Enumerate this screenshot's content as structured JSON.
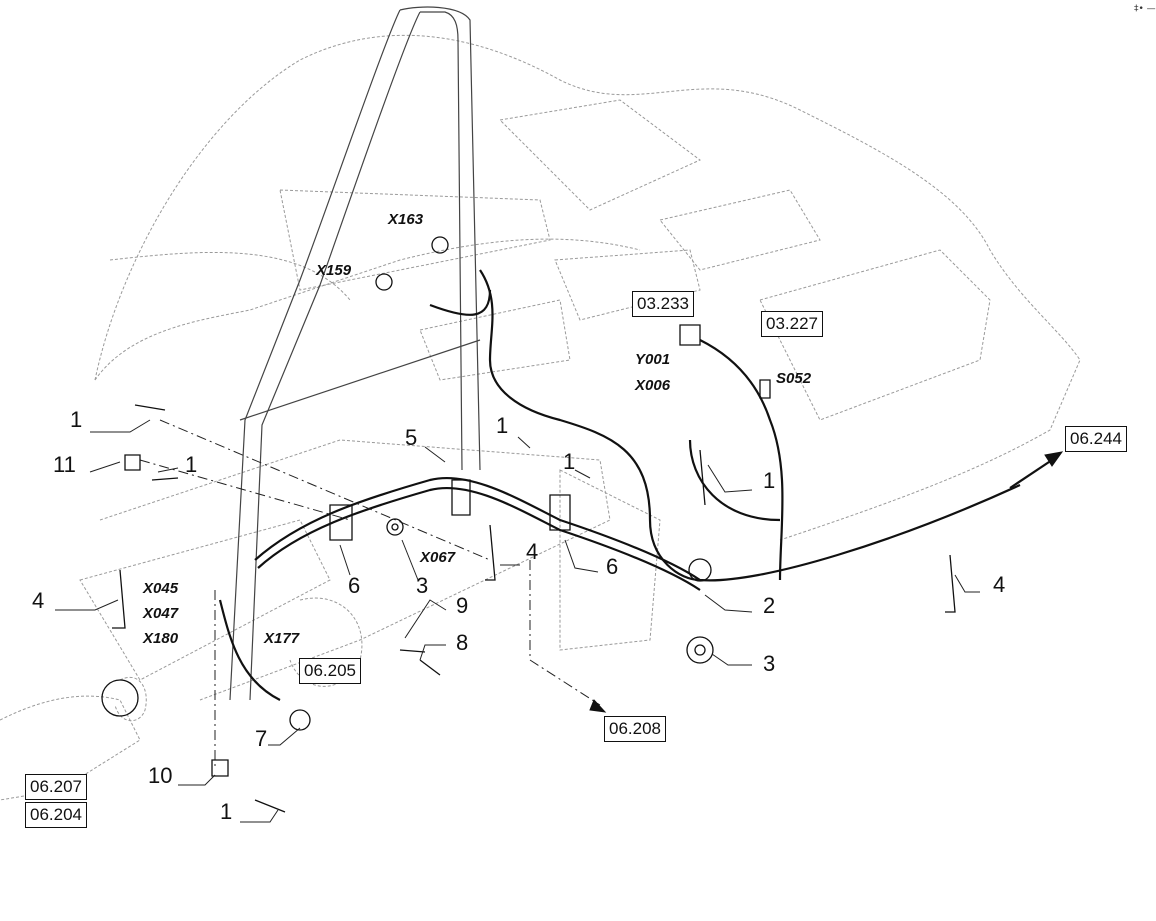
{
  "corner_mark": "‡• —",
  "connector_labels": {
    "x163": "X163",
    "x159": "X159",
    "y001": "Y001",
    "x006": "X006",
    "s052": "S052",
    "x067": "X067",
    "x045": "X045",
    "x047": "X047",
    "x180": "X180",
    "x177": "X177"
  },
  "reference_boxes": {
    "r03233": "03.233",
    "r03227": "03.227",
    "r06244": "06.244",
    "r06205": "06.205",
    "r06208": "06.208",
    "r06207": "06.207",
    "r06204": "06.204"
  },
  "callouts": {
    "c1_left_top": "1",
    "c11": "11",
    "c1_left_mid": "1",
    "c4_left": "4",
    "c5": "5",
    "c1_center": "1",
    "c1_center2": "1",
    "c1_right": "1",
    "c4_center": "4",
    "c6_left": "6",
    "c3_center": "3",
    "c6_right": "6",
    "c9": "9",
    "c8": "8",
    "c2": "2",
    "c3_right": "3",
    "c4_right": "4",
    "c7": "7",
    "c10": "10",
    "c1_bottom": "1"
  }
}
